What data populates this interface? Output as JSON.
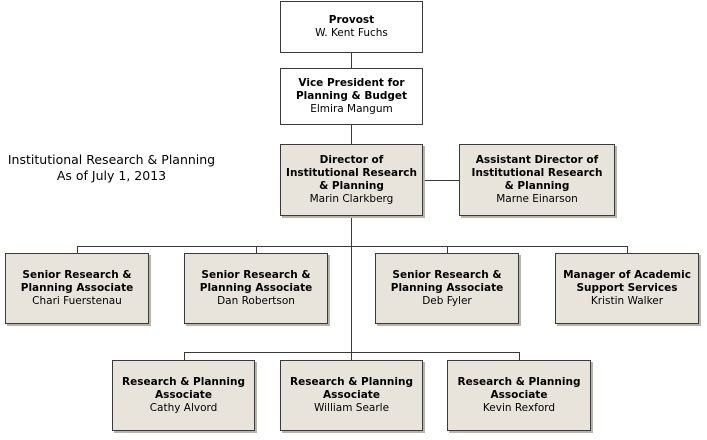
{
  "caption": {
    "line1": "Institutional Research & Planning",
    "line2": "As of July 1, 2013"
  },
  "provost": {
    "title": "Provost",
    "name": "W. Kent Fuchs"
  },
  "vp": {
    "title_l1": "Vice President for",
    "title_l2": "Planning & Budget",
    "name": "Elmira Mangum"
  },
  "director": {
    "title_l1": "Director of",
    "title_l2": "Institutional Research",
    "title_l3": "& Planning",
    "name": "Marin Clarkberg"
  },
  "asst_director": {
    "title_l1": "Assistant Director of",
    "title_l2": "Institutional Research",
    "title_l3": "& Planning",
    "name": "Marne Einarson"
  },
  "senior": [
    {
      "title_l1": "Senior Research &",
      "title_l2": "Planning Associate",
      "name": "Chari Fuerstenau"
    },
    {
      "title_l1": "Senior Research &",
      "title_l2": "Planning Associate",
      "name": "Dan Robertson"
    },
    {
      "title_l1": "Senior Research &",
      "title_l2": "Planning Associate",
      "name": "Deb Fyler"
    },
    {
      "title_l1": "Manager of Academic",
      "title_l2": "Support Services",
      "name": "Kristin Walker"
    }
  ],
  "associates": [
    {
      "title_l1": "Research & Planning",
      "title_l2": "Associate",
      "name": "Cathy Alvord"
    },
    {
      "title_l1": "Research & Planning",
      "title_l2": "Associate",
      "name": "William Searle"
    },
    {
      "title_l1": "Research & Planning",
      "title_l2": "Associate",
      "name": "Kevin Rexford"
    }
  ]
}
